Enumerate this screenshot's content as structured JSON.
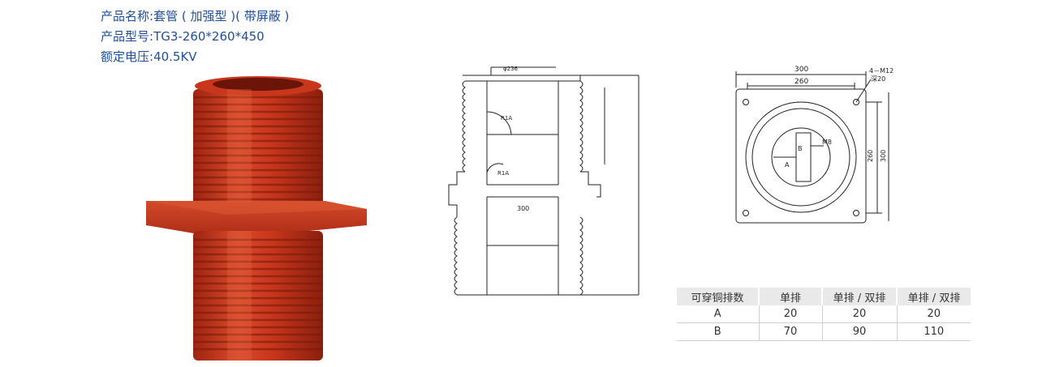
{
  "specs": [
    {
      "label": "产品名称:",
      "value": "套管 ( 加强型 )( 带屏蔽 )"
    },
    {
      "label": "产品型号:",
      "value": "TG3-260*260*450"
    },
    {
      "label": "额定电压:",
      "value": "40.5KV"
    }
  ],
  "side_drawing": {
    "dim_top": "φ236",
    "dim_mid": "300",
    "r_upper": "R1A",
    "r_lower": "R1A"
  },
  "top_drawing": {
    "dim_300": "300",
    "dim_260": "260",
    "bolt_note_1": "4－M12",
    "bolt_note_2": "深20",
    "dim_v260": "260",
    "dim_v300": "300",
    "label_m8": "M8",
    "label_a": "A",
    "label_b": "B"
  },
  "table": {
    "headers": [
      "可穿铜排数",
      "单排",
      "单排 / 双排",
      "单排 / 双排"
    ],
    "rows": [
      [
        "A",
        "20",
        "20",
        "20"
      ],
      [
        "B",
        "70",
        "90",
        "110"
      ]
    ]
  },
  "colors": {
    "spec_text": "#1f4e9c",
    "product": "#c8361c",
    "table_header_bg": "#e9e9e9"
  }
}
